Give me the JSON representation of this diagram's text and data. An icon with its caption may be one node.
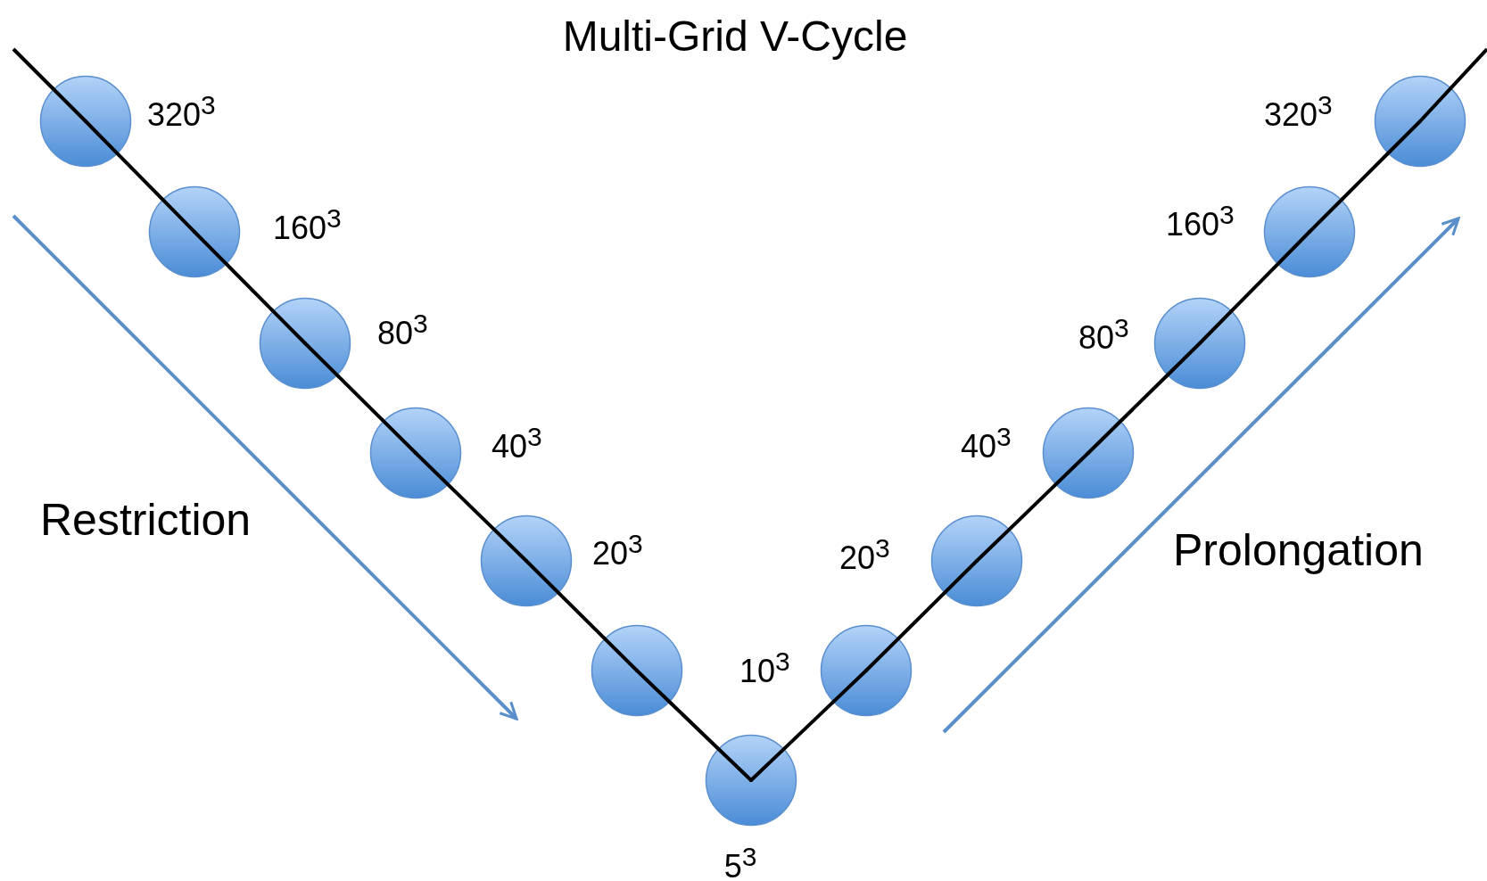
{
  "diagram": {
    "title": "Multi-Grid V-Cycle",
    "nodes": [
      {
        "text": [],
        "shape": "circle",
        "beside": [
          "320$^{3}$"
        ]
      },
      {
        "text": [],
        "shape": "circle",
        "beside": [
          "160$^{3}$"
        ]
      },
      {
        "text": [],
        "shape": "circle",
        "beside": [
          "80$^{3}$"
        ]
      },
      {
        "text": [],
        "shape": "circle",
        "beside": [
          "40$^{3}$"
        ]
      },
      {
        "text": [],
        "shape": "circle",
        "beside": [
          "20$^{3}$"
        ]
      },
      {
        "text": [],
        "shape": "circle"
      },
      {
        "text": [],
        "shape": "circle",
        "beside": [
          "5$^{3}$"
        ]
      },
      {
        "text": [],
        "shape": "circle"
      },
      {
        "text": [],
        "shape": "circle",
        "beside": [
          "20$^{3}$"
        ]
      },
      {
        "text": [],
        "shape": "circle",
        "beside": [
          "40$^{3}$"
        ]
      },
      {
        "text": [],
        "shape": "circle",
        "beside": [
          "80$^{3}$"
        ]
      },
      {
        "text": [],
        "shape": "circle",
        "beside": [
          "160$^{3}$"
        ]
      },
      {
        "text": [],
        "shape": "circle",
        "beside": [
          "320$^{3}$"
        ]
      }
    ],
    "edges": [
      {
        "from": null,
        "to": 0,
        "arrow": "none"
      },
      {
        "from": 0,
        "to": 1,
        "arrow": "none"
      },
      {
        "from": 1,
        "to": 2,
        "arrow": "none"
      },
      {
        "from": 2,
        "to": 3,
        "arrow": "none"
      },
      {
        "from": 3,
        "to": 4,
        "arrow": "none"
      },
      {
        "from": 4,
        "to": 5,
        "arrow": "none"
      },
      {
        "from": 5,
        "to": 6,
        "arrow": "none"
      },
      {
        "from": 6,
        "to": 7,
        "arrow": "none"
      },
      {
        "from": 7,
        "to": 8,
        "arrow": "none"
      },
      {
        "from": 8,
        "to": 9,
        "arrow": "none"
      },
      {
        "from": 9,
        "to": 10,
        "arrow": "none"
      },
      {
        "from": 10,
        "to": 11,
        "arrow": "none"
      },
      {
        "from": 11,
        "to": 12,
        "arrow": "none"
      },
      {
        "from": 12,
        "to": null,
        "arrow": "none"
      }
    ],
    "labels": [
      "Restriction",
      "Prolongation",
      "10$^{3}$"
    ]
  }
}
